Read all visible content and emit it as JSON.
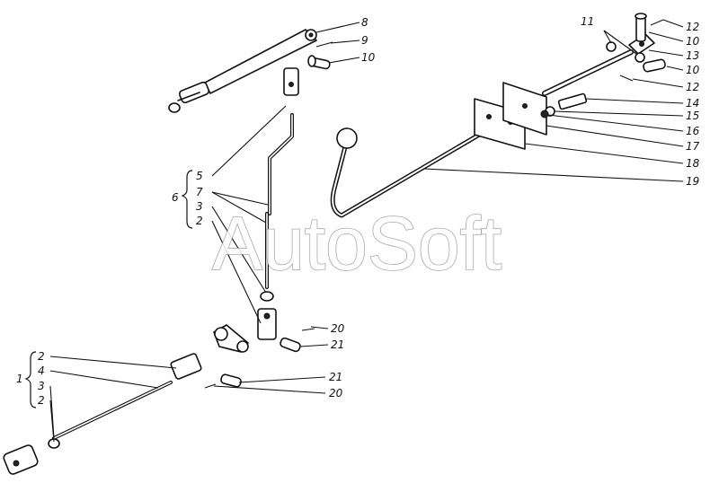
{
  "watermark": "AutoSoft",
  "callouts": {
    "c8": "8",
    "c9": "9",
    "c10a": "10",
    "c11": "11",
    "c12a": "12",
    "c10b": "10",
    "c13": "13",
    "c10c": "10",
    "c12b": "12",
    "c14": "14",
    "c15": "15",
    "c16": "16",
    "c17": "17",
    "c18": "18",
    "c19": "19",
    "c6": "6",
    "c5": "5",
    "c7": "7",
    "c3a": "3",
    "c2a": "2",
    "c20a": "20",
    "c21a": "21",
    "c21b": "21",
    "c20b": "20",
    "c1": "1",
    "c2b": "2",
    "c4": "4",
    "c3b": "3",
    "c2c": "2"
  }
}
